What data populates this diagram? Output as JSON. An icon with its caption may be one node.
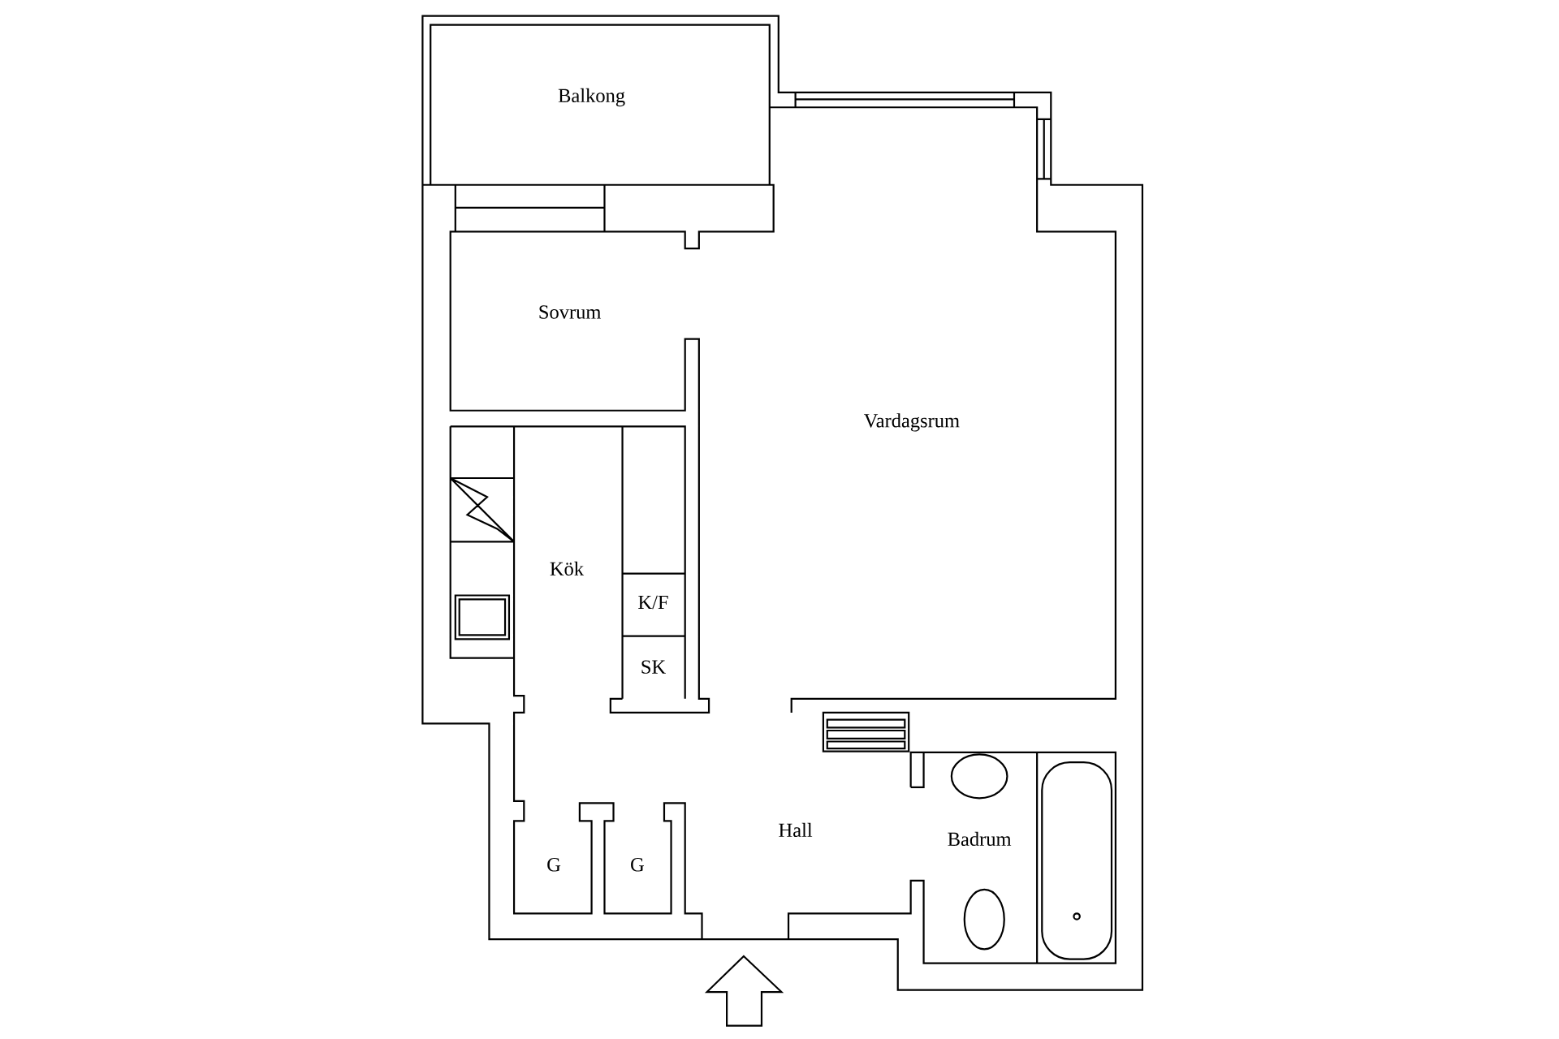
{
  "diagram": {
    "labels": [
      "Balkong",
      "Sovrum",
      "Vardagsrum",
      "Kök",
      "K/F",
      "SK",
      "Hall",
      "Badrum",
      "G",
      "G"
    ]
  }
}
